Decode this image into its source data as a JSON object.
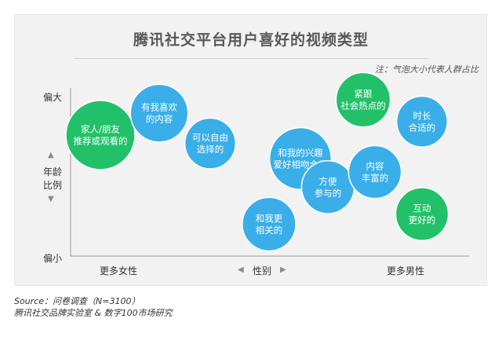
{
  "chart_data": {
    "type": "scatter",
    "title": "腾讯社交平台用户喜好的视频类型",
    "note": "注：气泡大小代表人群占比",
    "xlabel": "性别",
    "x_ticks": [
      "更多女性",
      "更多男性"
    ],
    "ylabel_lines": [
      "年龄",
      "比例"
    ],
    "y_ticks": [
      "偏大",
      "偏小"
    ],
    "xlim": [
      0,
      100
    ],
    "ylim": [
      0,
      100
    ],
    "colors": {
      "blue": "#3aaee8",
      "green": "#22c169"
    },
    "points": [
      {
        "label": [
          "家人/朋友",
          "推荐或观看的"
        ],
        "x": 6,
        "y": 72,
        "size": 1.0,
        "color": "green"
      },
      {
        "label": [
          "有我喜欢",
          "的内容"
        ],
        "x": 21,
        "y": 85,
        "size": 0.72,
        "color": "blue"
      },
      {
        "label": [
          "可以自由",
          "选择的"
        ],
        "x": 34,
        "y": 67,
        "size": 0.55,
        "color": "blue"
      },
      {
        "label": [
          "和我的兴趣",
          "爱好相吻合的"
        ],
        "x": 57,
        "y": 58,
        "size": 0.82,
        "color": "blue"
      },
      {
        "label": [
          "和我更",
          "相关的"
        ],
        "x": 49,
        "y": 19,
        "size": 0.62,
        "color": "blue"
      },
      {
        "label": [
          "方便",
          "参与的"
        ],
        "x": 64,
        "y": 41,
        "size": 0.6,
        "color": "blue"
      },
      {
        "label": [
          "紧跟",
          "社会热点的"
        ],
        "x": 73,
        "y": 93,
        "size": 0.64,
        "color": "green"
      },
      {
        "label": [
          "内容",
          "丰富的"
        ],
        "x": 76,
        "y": 50,
        "size": 0.6,
        "color": "blue"
      },
      {
        "label": [
          "时长",
          "合适的"
        ],
        "x": 88,
        "y": 80,
        "size": 0.55,
        "color": "blue"
      },
      {
        "label": [
          "互动",
          "更好的"
        ],
        "x": 88,
        "y": 25,
        "size": 0.6,
        "color": "green"
      }
    ]
  },
  "source_lines": [
    "Source：问卷调查（N=3100）",
    "腾讯社交品牌实验室 & 数字100市场研究"
  ]
}
